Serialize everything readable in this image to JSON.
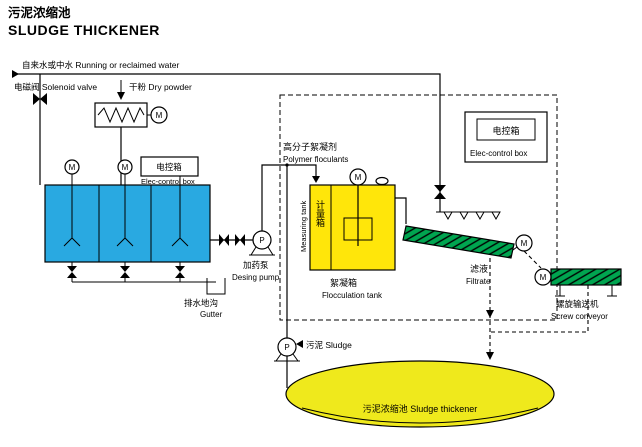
{
  "title": {
    "zh": "污泥浓缩池",
    "en": "SLUDGE THICKENER"
  },
  "labels": {
    "water_supply": "自来水或中水 Running or reclaimed water",
    "solenoid_valve": "电磁阀 Solenoid valve",
    "dry_powder": "干粉 Dry powder",
    "elec_box_left": {
      "zh": "电控箱",
      "en": "Elec-control box"
    },
    "gutter": {
      "zh": "排水地沟",
      "en": "Gutter"
    },
    "dosing_pump": {
      "zh": "加药泵",
      "en": "Desing pump"
    },
    "polymer": {
      "zh": "高分子絮凝剂",
      "en": "Polymer floculants"
    },
    "measuring_tank": {
      "zh": "计量箱",
      "en": "Measuring tank"
    },
    "flocculation_tank": {
      "zh": "絮凝箱",
      "en": "Flocculation tank"
    },
    "filtrate": {
      "zh": "滤液",
      "en": "Filtrate"
    },
    "elec_box_right": {
      "zh": "电控箱",
      "en": "Elec-control box"
    },
    "screw_conveyor": {
      "zh": "螺旋输送机",
      "en": "Screw conveyor"
    },
    "sludge": "污泥 Sludge",
    "thickener": "污泥浓缩池  Sludge thickener",
    "motor": "M",
    "pump": "P"
  },
  "colors": {
    "dissolving_tank": "#29A9E1",
    "flocculation_tank": "#FFE60A",
    "screen_green": "#00A550",
    "thickener_yellow": "#EFE91C"
  }
}
